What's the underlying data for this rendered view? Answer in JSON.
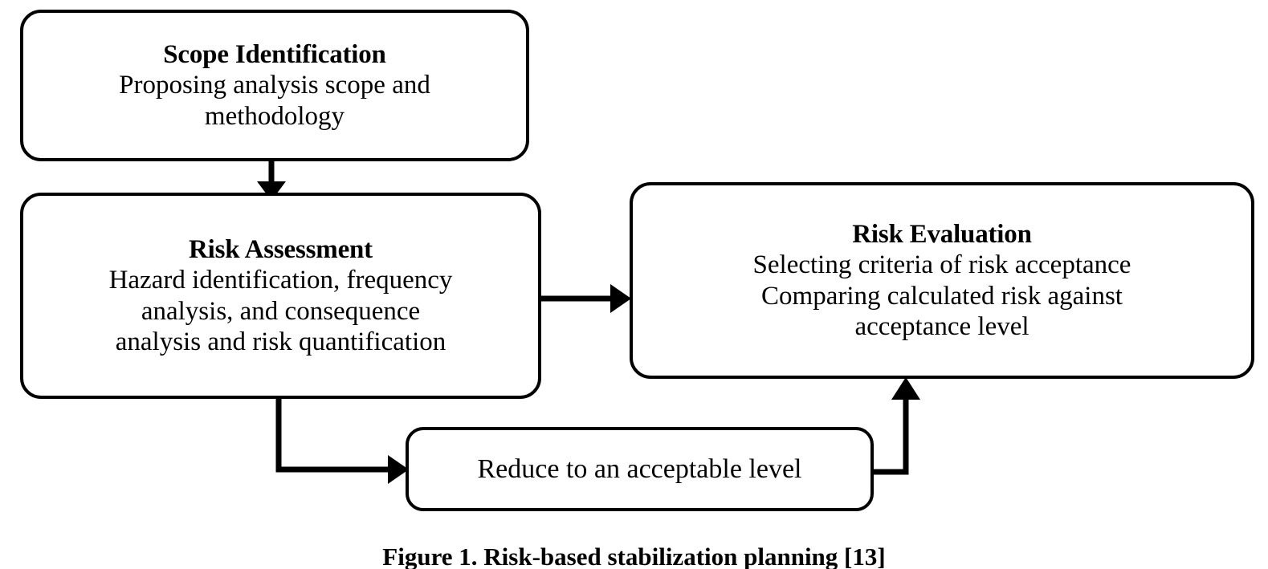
{
  "figure": {
    "caption": "Figure 1. Risk-based stabilization planning [13]",
    "background_color": "#ffffff",
    "stroke_color": "#000000"
  },
  "nodes": [
    {
      "id": "scope-identification",
      "title": "Scope Identification",
      "lines": [
        "Proposing analysis scope and",
        "methodology"
      ]
    },
    {
      "id": "risk-assessment",
      "title": "Risk Assessment",
      "lines": [
        "Hazard identification, frequency",
        "analysis, and consequence",
        "analysis and risk quantification"
      ]
    },
    {
      "id": "risk-evaluation",
      "title": "Risk Evaluation",
      "lines": [
        "Selecting criteria of risk acceptance",
        "Comparing calculated risk against",
        "acceptance level"
      ]
    },
    {
      "id": "reduce-level",
      "title": "",
      "lines": [
        "Reduce to an acceptable level"
      ]
    }
  ],
  "connectors": [
    {
      "id": "scope-to-assessment",
      "from": "scope-identification",
      "to": "risk-assessment",
      "shape": "straight-down",
      "label": ""
    },
    {
      "id": "assessment-to-evaluation",
      "from": "risk-assessment",
      "to": "risk-evaluation",
      "shape": "straight-right",
      "label": ""
    },
    {
      "id": "assessment-to-reduce",
      "from": "risk-assessment",
      "to": "reduce-level",
      "shape": "elbow-down-right",
      "label": ""
    },
    {
      "id": "reduce-to-evaluation",
      "from": "reduce-level",
      "to": "risk-evaluation",
      "shape": "elbow-right-up",
      "label": ""
    }
  ],
  "chart_data": {
    "type": "diagram",
    "title": "Risk-based stabilization planning",
    "nodes": [
      {
        "name": "Scope Identification",
        "description": "Proposing analysis scope and methodology"
      },
      {
        "name": "Risk Assessment",
        "description": "Hazard identification, frequency analysis, and consequence analysis and risk quantification"
      },
      {
        "name": "Risk Evaluation",
        "description": "Selecting criteria of risk acceptance Comparing calculated risk against acceptance level"
      },
      {
        "name": "Reduce to an acceptable level",
        "description": ""
      }
    ],
    "edges": [
      {
        "source": "Scope Identification",
        "target": "Risk Assessment"
      },
      {
        "source": "Risk Assessment",
        "target": "Risk Evaluation"
      },
      {
        "source": "Risk Assessment",
        "target": "Reduce to an acceptable level"
      },
      {
        "source": "Reduce to an acceptable level",
        "target": "Risk Evaluation"
      }
    ]
  }
}
